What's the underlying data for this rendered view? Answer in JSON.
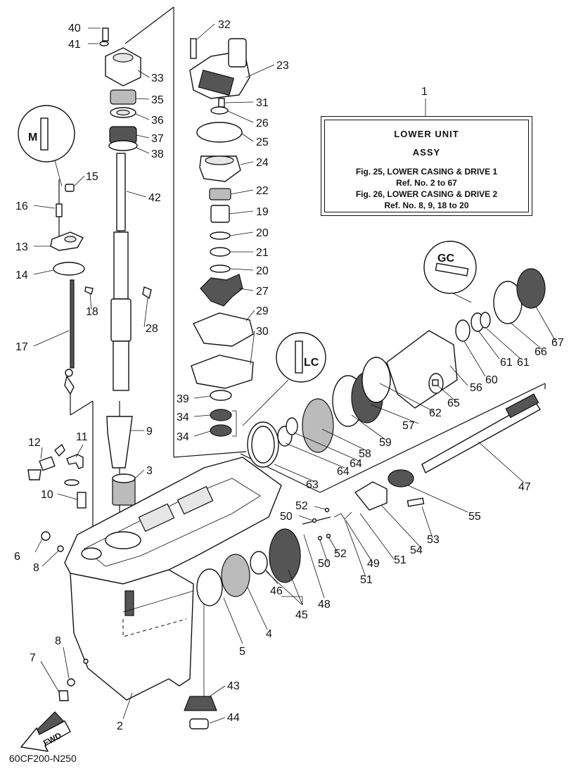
{
  "info_box": {
    "callout": "1",
    "title": "LOWER UNIT",
    "subtitle": "ASSY",
    "lines": [
      "Fig. 25, LOWER CASING & DRIVE 1",
      "Ref. No. 2 to 67",
      "Fig. 26, LOWER CASING & DRIVE 2",
      "Ref. No. 8, 9, 18 to 20"
    ]
  },
  "reference_code": "60CF200-N250",
  "fwd_label": "FWD",
  "lubricant_symbols": [
    "M",
    "GC",
    "LC"
  ],
  "callouts": [
    {
      "id": "p40",
      "text": "40"
    },
    {
      "id": "p41",
      "text": "41"
    },
    {
      "id": "p33",
      "text": "33"
    },
    {
      "id": "p35",
      "text": "35"
    },
    {
      "id": "p36",
      "text": "36"
    },
    {
      "id": "p37",
      "text": "37"
    },
    {
      "id": "p38",
      "text": "38"
    },
    {
      "id": "p42",
      "text": "42"
    },
    {
      "id": "p15",
      "text": "15"
    },
    {
      "id": "p16",
      "text": "16"
    },
    {
      "id": "p13",
      "text": "13"
    },
    {
      "id": "p14",
      "text": "14"
    },
    {
      "id": "p18",
      "text": "18"
    },
    {
      "id": "p28",
      "text": "28"
    },
    {
      "id": "p17",
      "text": "17"
    },
    {
      "id": "p32",
      "text": "32"
    },
    {
      "id": "p23",
      "text": "23"
    },
    {
      "id": "p31",
      "text": "31"
    },
    {
      "id": "p26",
      "text": "26"
    },
    {
      "id": "p25",
      "text": "25"
    },
    {
      "id": "p24",
      "text": "24"
    },
    {
      "id": "p22",
      "text": "22"
    },
    {
      "id": "p19",
      "text": "19"
    },
    {
      "id": "p20a",
      "text": "20"
    },
    {
      "id": "p21",
      "text": "21"
    },
    {
      "id": "p20b",
      "text": "20"
    },
    {
      "id": "p27",
      "text": "27"
    },
    {
      "id": "p29",
      "text": "29"
    },
    {
      "id": "p30",
      "text": "30"
    },
    {
      "id": "p39",
      "text": "39"
    },
    {
      "id": "p34a",
      "text": "34"
    },
    {
      "id": "p34b",
      "text": "34"
    },
    {
      "id": "p9",
      "text": "9"
    },
    {
      "id": "p3",
      "text": "3"
    },
    {
      "id": "p11",
      "text": "11"
    },
    {
      "id": "p12",
      "text": "12"
    },
    {
      "id": "p10",
      "text": "10"
    },
    {
      "id": "p6",
      "text": "6"
    },
    {
      "id": "p8a",
      "text": "8"
    },
    {
      "id": "p8b",
      "text": "8"
    },
    {
      "id": "p7",
      "text": "7"
    },
    {
      "id": "p2",
      "text": "2"
    },
    {
      "id": "p5",
      "text": "5"
    },
    {
      "id": "p4",
      "text": "4"
    },
    {
      "id": "p46",
      "text": "46"
    },
    {
      "id": "p45",
      "text": "45"
    },
    {
      "id": "p48",
      "text": "48"
    },
    {
      "id": "p43",
      "text": "43"
    },
    {
      "id": "p44",
      "text": "44"
    },
    {
      "id": "p50a",
      "text": "50"
    },
    {
      "id": "p52a",
      "text": "52"
    },
    {
      "id": "p52b",
      "text": "52"
    },
    {
      "id": "p50b",
      "text": "50"
    },
    {
      "id": "p49",
      "text": "49"
    },
    {
      "id": "p51a",
      "text": "51"
    },
    {
      "id": "p51b",
      "text": "51"
    },
    {
      "id": "p54",
      "text": "54"
    },
    {
      "id": "p53",
      "text": "53"
    },
    {
      "id": "p55",
      "text": "55"
    },
    {
      "id": "p47",
      "text": "47"
    },
    {
      "id": "p63",
      "text": "63"
    },
    {
      "id": "p64a",
      "text": "64"
    },
    {
      "id": "p64b",
      "text": "64"
    },
    {
      "id": "p58",
      "text": "58"
    },
    {
      "id": "p59",
      "text": "59"
    },
    {
      "id": "p57",
      "text": "57"
    },
    {
      "id": "p62",
      "text": "62"
    },
    {
      "id": "p65",
      "text": "65"
    },
    {
      "id": "p56",
      "text": "56"
    },
    {
      "id": "p60",
      "text": "60"
    },
    {
      "id": "p61a",
      "text": "61"
    },
    {
      "id": "p61b",
      "text": "61"
    },
    {
      "id": "p66",
      "text": "66"
    },
    {
      "id": "p67",
      "text": "67"
    }
  ]
}
